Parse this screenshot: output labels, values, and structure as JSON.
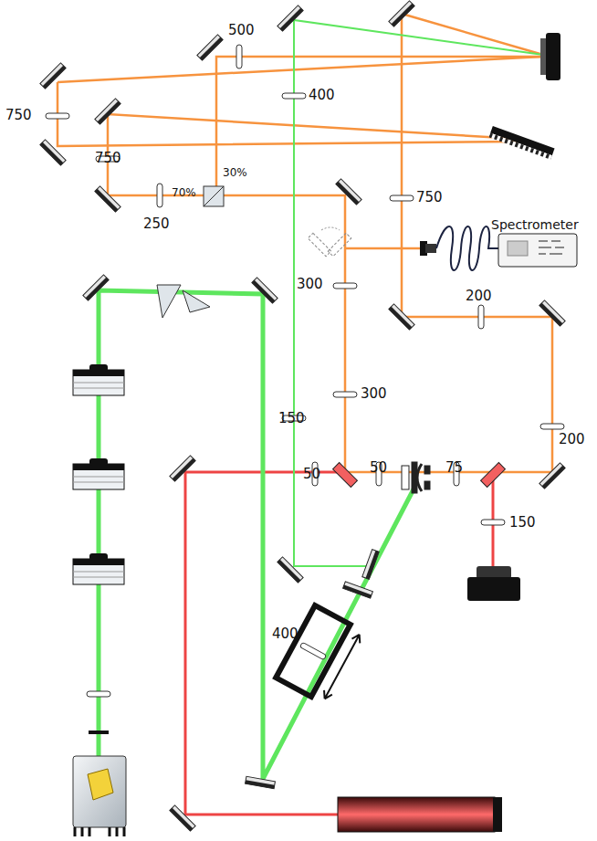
{
  "diagram": {
    "nodes": [
      {
        "text": [
          "Spectrometer"
        ]
      }
    ],
    "labels": [
      "500",
      "400",
      "750",
      "750",
      "70%",
      "30%",
      "250",
      "750",
      "300",
      "200",
      "300",
      "150",
      "50",
      "50",
      "75",
      "200",
      "150",
      "400"
    ]
  }
}
